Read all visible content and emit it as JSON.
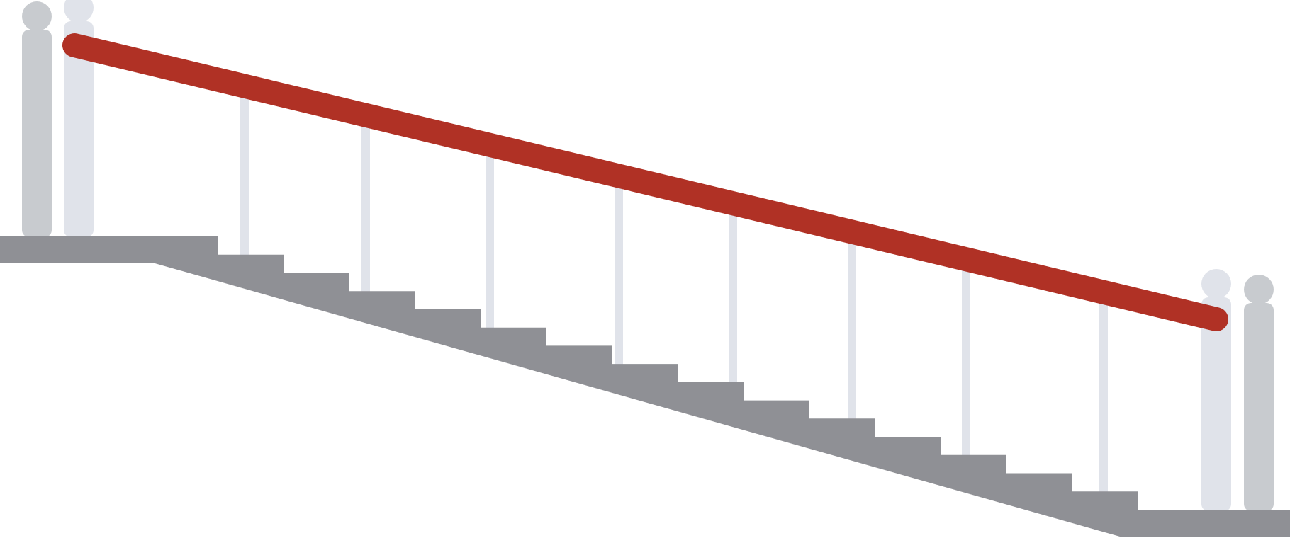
{
  "colors": {
    "background": "#ffffff",
    "stair": "#8f9095",
    "handrail": "#b03125",
    "post_front": "#c8cbcf",
    "post_back": "#e0e3ea",
    "baluster": "#e0e3ea"
  },
  "illustration": {
    "subject": "staircase-with-handrail",
    "step_count": 15,
    "baluster_count": 8,
    "newel_posts_per_end": 2
  }
}
